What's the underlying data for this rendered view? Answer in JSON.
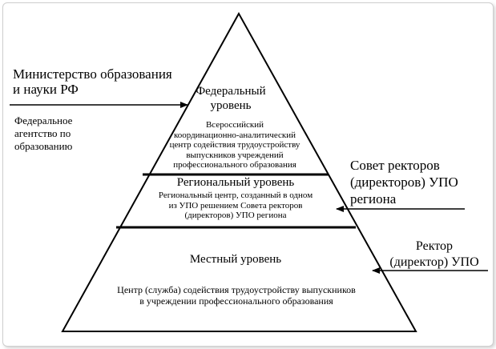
{
  "pyramid": {
    "federal": {
      "title_line1": "Федеральный",
      "title_line2": "уровень",
      "body_line1": "Всероссийский",
      "body_line2": "координационно-аналитический",
      "body_line3": "центр содействия трудоустройству",
      "body_line4": "выпускников учреждений",
      "body_line5": "профессионального образования"
    },
    "regional": {
      "title": "Региональный уровень",
      "body_line1": "Региональный центр, созданный в одном",
      "body_line2": "из УПО решением Совета ректоров",
      "body_line3": "(директоров) УПО региона"
    },
    "local": {
      "title": "Местный уровень",
      "body_line1": "Центр (служба) содействия трудоустройству выпускников",
      "body_line2": "в учреждении профессионального образования"
    }
  },
  "left_labels": {
    "ministry_line1": "Министерство образования",
    "ministry_line2": "и науки РФ",
    "agency_line1": "Федеральное",
    "agency_line2": "агентство по",
    "agency_line3": "образованию"
  },
  "right_labels": {
    "council_line1": "Совет ректоров",
    "council_line2": "(директоров) УПО",
    "council_line3": "региона",
    "rector_line1": "Ректор",
    "rector_line2": "(директор) УПО"
  }
}
